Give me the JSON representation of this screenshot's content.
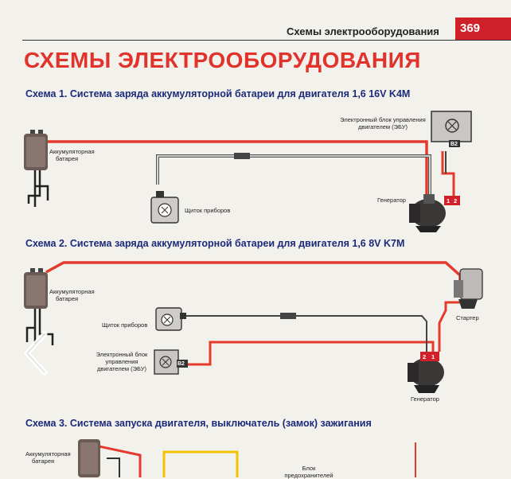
{
  "header": {
    "section_title": "Схемы электрооборудования",
    "page_number": "369"
  },
  "main_title": "СХЕМЫ ЭЛЕКТРООБОРУДОВАНИЯ",
  "schemes": [
    {
      "title": "Схема 1. Система заряда аккумуляторной батареи для двигателя 1,6 16V K4M",
      "labels": {
        "battery": [
          "Аккумуляторная",
          "батарея"
        ],
        "ecu": [
          "Электронный блок управления",
          "двигателем (ЭБУ)"
        ],
        "ecu_pin": "B2",
        "instrument_panel": "Щиток приборов",
        "generator": "Генератор",
        "gen_pins": [
          "1",
          "2"
        ]
      }
    },
    {
      "title": "Схема 2. Система заряда аккумуляторной батареи для двигателя 1,6 8V K7M",
      "labels": {
        "battery": [
          "Аккумуляторная",
          "батарея"
        ],
        "instrument_panel": "Щиток приборов",
        "ecu": [
          "Электронный блок",
          "управления",
          "двигателем (ЭБУ)"
        ],
        "ecu_pin": "B2",
        "starter": "Стартер",
        "generator": "Генератор",
        "gen_pins": [
          "2",
          "1"
        ]
      }
    },
    {
      "title": "Схема 3. Система запуска двигателя, выключатель (замок) зажигания",
      "labels": {
        "battery": [
          "Аккумуляторная",
          "батарея"
        ],
        "fuse_box": [
          "Блок",
          "предохранителей"
        ]
      }
    }
  ],
  "navigation": {
    "prev_symbol": "‹"
  },
  "colors": {
    "accent": "#e2322c",
    "title_blue": "#1b2a7a",
    "wire_red": "#e43a2e",
    "wire_yellow": "#f2c200"
  }
}
